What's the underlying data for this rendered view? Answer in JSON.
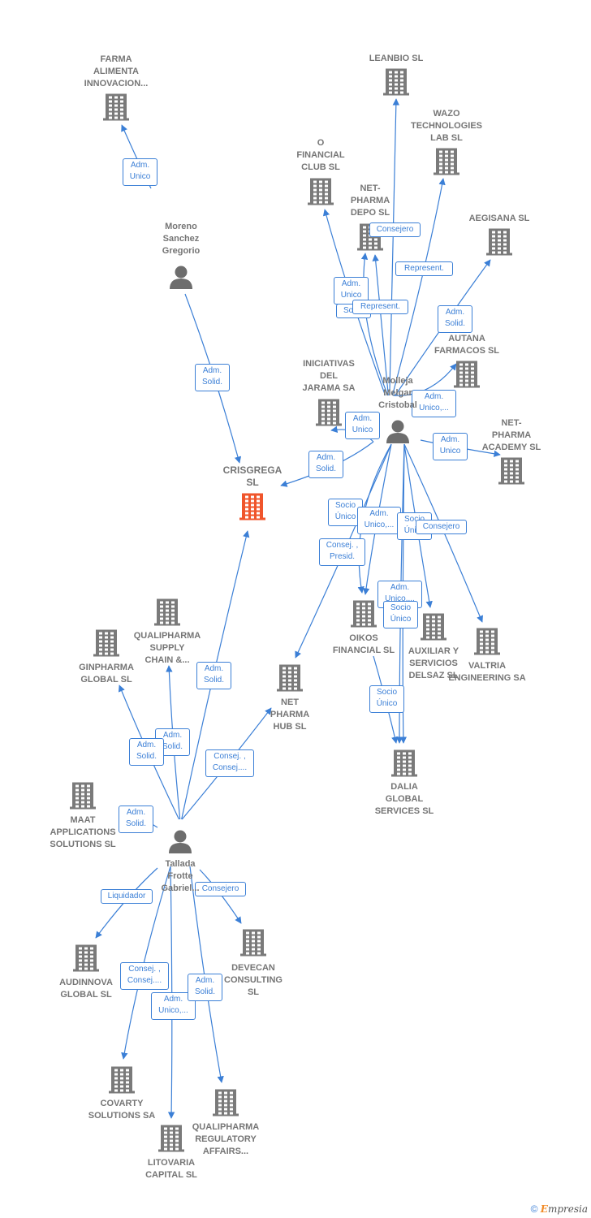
{
  "colors": {
    "edge": "#3b7fd6",
    "building": "#7a7a7a",
    "center_building": "#f0552b",
    "person": "#6d6d6d",
    "label": "#757575"
  },
  "nodes": [
    {
      "id": "farma",
      "kind": "company",
      "label": "FARMA\nALIMENTA\nINNOVACION..."
    },
    {
      "id": "moreno",
      "kind": "person",
      "label": "Moreno\nSanchez\nGregorio"
    },
    {
      "id": "crisgrega",
      "kind": "company",
      "center": true,
      "label": "CRISGREGA\nSL"
    },
    {
      "id": "leanbio",
      "kind": "company",
      "label": "LEANBIO  SL"
    },
    {
      "id": "wazo",
      "kind": "company",
      "label": "WAZO\nTECHNOLOGIES\nLAB  SL"
    },
    {
      "id": "ofinancial",
      "kind": "company",
      "label": "O\nFINANCIAL\nCLUB  SL"
    },
    {
      "id": "netdepo",
      "kind": "company",
      "label": "NET-\nPHARMA\nDEPO  SL"
    },
    {
      "id": "aegisana",
      "kind": "company",
      "label": "AEGISANA  SL"
    },
    {
      "id": "autana",
      "kind": "company",
      "label": "AUTANA\nFARMACOS  SL"
    },
    {
      "id": "iniciativas",
      "kind": "company",
      "label": "INICIATIVAS\nDEL\nJARAMA SA"
    },
    {
      "id": "molleja",
      "kind": "person",
      "label": "Molleja\nMelgar\nCristobal"
    },
    {
      "id": "netacademy",
      "kind": "company",
      "label": "NET-\nPHARMA\nACADEMY  SL"
    },
    {
      "id": "qualisupply",
      "kind": "company",
      "label": "QUALIPHARMA\nSUPPLY\nCHAIN &..."
    },
    {
      "id": "ginpharma",
      "kind": "company",
      "label": "GINPHARMA\nGLOBAL  SL"
    },
    {
      "id": "nethub",
      "kind": "company",
      "label": "NET\nPHARMA\nHUB  SL"
    },
    {
      "id": "oikos",
      "kind": "company",
      "label": "OIKOS\nFINANCIAL  SL"
    },
    {
      "id": "auxiliar",
      "kind": "company",
      "label": "AUXILIAR Y\nSERVICIOS\nDELSAZ SL"
    },
    {
      "id": "valtria",
      "kind": "company",
      "label": "VALTRIA\nENGINEERING SA"
    },
    {
      "id": "dalia",
      "kind": "company",
      "label": "DALIA\nGLOBAL\nSERVICES  SL"
    },
    {
      "id": "maat",
      "kind": "company",
      "label": "MAAT\nAPPLICATIONS\nSOLUTIONS  SL"
    },
    {
      "id": "tallada",
      "kind": "person",
      "label": "Tallada\nFrotte\nGabriel..."
    },
    {
      "id": "audinnova",
      "kind": "company",
      "label": "AUDINNOVA\nGLOBAL  SL"
    },
    {
      "id": "devecan",
      "kind": "company",
      "label": "DEVECAN\nCONSULTING\nSL"
    },
    {
      "id": "covarty",
      "kind": "company",
      "label": "COVARTY\nSOLUTIONS SA"
    },
    {
      "id": "litovaria",
      "kind": "company",
      "label": "LITOVARIA\nCAPITAL  SL"
    },
    {
      "id": "qualireg",
      "kind": "company",
      "label": "QUALIPHARMA\nREGULATORY\nAFFAIRS..."
    }
  ],
  "edges": [
    {
      "from": "moreno",
      "to": "farma",
      "label": "Adm.\nUnico"
    },
    {
      "from": "moreno",
      "to": "crisgrega",
      "label": "Adm.\nSolid."
    },
    {
      "from": "molleja",
      "to": "crisgrega",
      "label": "Adm.\nSolid."
    },
    {
      "from": "molleja",
      "to": "leanbio",
      "label": "Consejero"
    },
    {
      "from": "molleja",
      "to": "wazo",
      "label": "Represent."
    },
    {
      "from": "molleja",
      "to": "ofinancial",
      "label": "Adm.\nUnico"
    },
    {
      "from": "molleja",
      "to": "netdepo",
      "label": "Socio"
    },
    {
      "from": "molleja",
      "to": "netdepo",
      "label": "Represent."
    },
    {
      "from": "molleja",
      "to": "aegisana",
      "label": "Adm.\nSolid."
    },
    {
      "from": "molleja",
      "to": "autana",
      "label": "Adm.\nUnico,..."
    },
    {
      "from": "molleja",
      "to": "iniciativas",
      "label": "Adm.\nUnico"
    },
    {
      "from": "molleja",
      "to": "netacademy",
      "label": "Adm.\nUnico"
    },
    {
      "from": "molleja",
      "to": "nethub",
      "label": "Consej. ,\nPresid."
    },
    {
      "from": "molleja",
      "to": "oikos",
      "label": "Socio\nÚnico"
    },
    {
      "from": "molleja",
      "to": "oikos",
      "label": "Adm.\nUnico,..."
    },
    {
      "from": "molleja",
      "to": "auxiliar",
      "label": "Socio\nÚnico"
    },
    {
      "from": "molleja",
      "to": "valtria",
      "label": "Consejero"
    },
    {
      "from": "molleja",
      "to": "dalia",
      "label": "Adm.\nUnico,..."
    },
    {
      "from": "molleja",
      "to": "dalia",
      "label": "Socio\nÚnico"
    },
    {
      "from": "oikos",
      "to": "dalia",
      "label": "Socio\nÚnico"
    },
    {
      "from": "tallada",
      "to": "crisgrega",
      "label": "Adm.\nSolid."
    },
    {
      "from": "tallada",
      "to": "qualisupply",
      "label": "Adm.\nSolid."
    },
    {
      "from": "tallada",
      "to": "ginpharma",
      "label": "Adm.\nSolid."
    },
    {
      "from": "tallada",
      "to": "nethub",
      "label": "Consej. ,\nConsej...."
    },
    {
      "from": "tallada",
      "to": "maat",
      "label": "Adm.\nSolid."
    },
    {
      "from": "tallada",
      "to": "audinnova",
      "label": "Liquidador"
    },
    {
      "from": "tallada",
      "to": "devecan",
      "label": "Consejero"
    },
    {
      "from": "tallada",
      "to": "covarty",
      "label": "Consej. ,\nConsej...."
    },
    {
      "from": "tallada",
      "to": "litovaria",
      "label": "Adm.\nUnico,..."
    },
    {
      "from": "tallada",
      "to": "qualireg",
      "label": "Adm.\nSolid."
    }
  ],
  "footer": {
    "copyright": "©",
    "brand_initial": "E",
    "brand_rest": "mpresia"
  }
}
